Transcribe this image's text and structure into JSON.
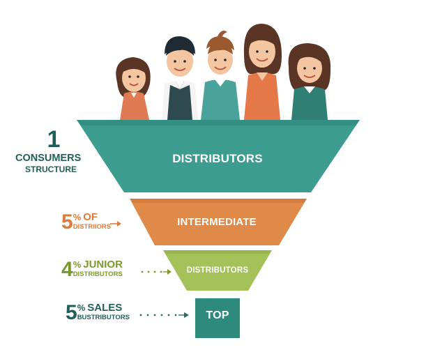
{
  "colors": {
    "teal": "#3b9c8f",
    "orange": "#e08a4a",
    "green": "#a5c15a",
    "dark_teal": "#2f8a7e",
    "text_dark_teal": "#1f5f57",
    "text_orange": "#e07a3a",
    "text_olive": "#7b9a2c",
    "text_green_dark": "#2f6b3f"
  },
  "funnel": {
    "tier1": "DISTRIBUTORS",
    "tier2": "INTERMEDIATE",
    "tier3": "DISTRIBUTORS",
    "tier4": "TOP"
  },
  "side_labels": {
    "label1": {
      "number": "1",
      "line1": "CONSUMERS",
      "line2": "STRUCTURE"
    },
    "label2": {
      "number": "5",
      "percent": "%",
      "word": "OF",
      "sub": "DISTRIIORS"
    },
    "label3": {
      "number": "4",
      "percent": "%",
      "word": "JUNIOR",
      "sub": "DISTRIBUTORS"
    },
    "label4": {
      "number": "5",
      "percent": "%",
      "word": "SALES",
      "sub": "BUSTRIBUTORS"
    }
  },
  "icons": {
    "people": "group-of-people-illustration",
    "arrow": "arrow-right-icon"
  }
}
